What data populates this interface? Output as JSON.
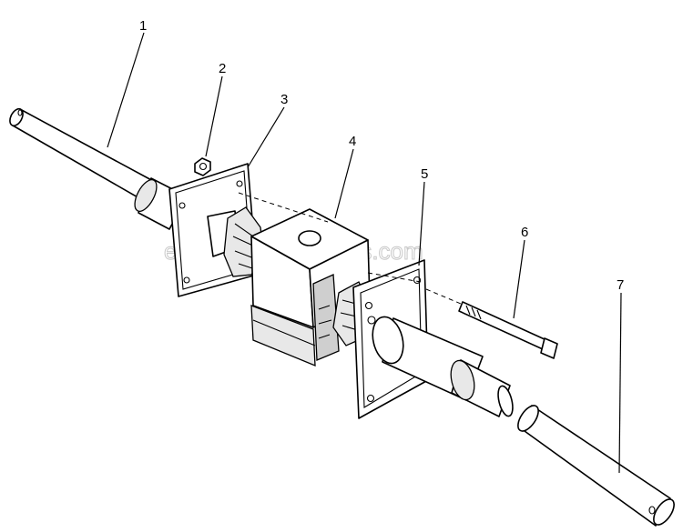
{
  "watermark": "eReplacementParts.com",
  "callouts": [
    {
      "number": "1"
    },
    {
      "number": "2"
    },
    {
      "number": "3"
    },
    {
      "number": "4"
    },
    {
      "number": "5"
    },
    {
      "number": "6"
    },
    {
      "number": "7"
    }
  ]
}
